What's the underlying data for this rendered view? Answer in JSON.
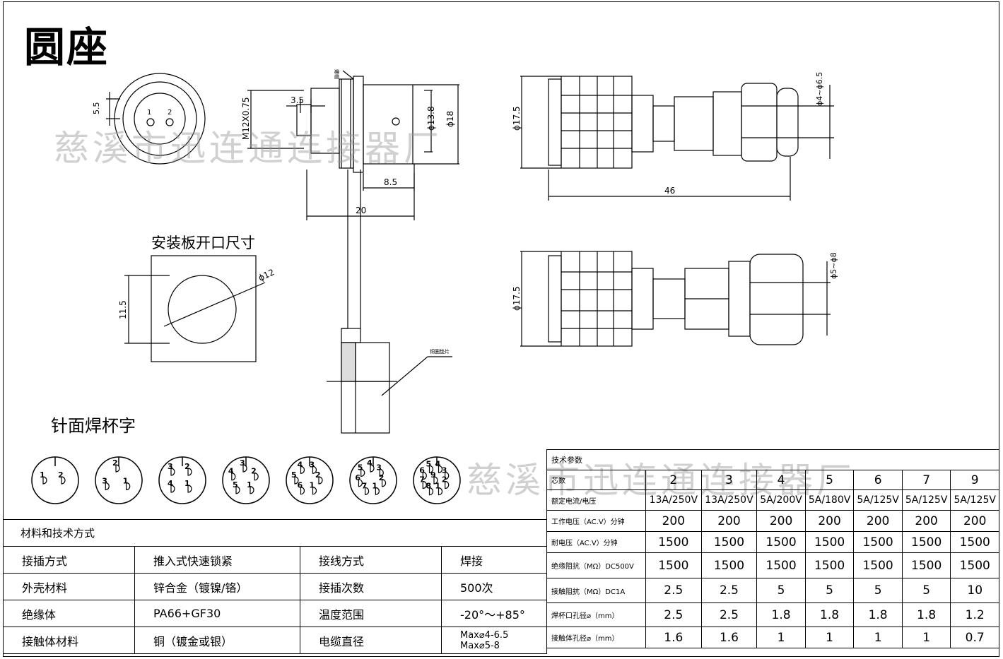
{
  "title": "圆座",
  "watermark": "慈溪市迅连通连接器厂",
  "labels": {
    "panel_cutout": "安装板开口尺寸",
    "pin_face": "针面焊杯字",
    "nut_note": "螺帽",
    "gasket_note": "铜圈垫片"
  },
  "dimensions": {
    "d55": "5.5",
    "d35": "3.5",
    "m12": "M12X0.75",
    "phi138": "ϕ13.8",
    "phi18": "ϕ18",
    "d85": "8.5",
    "d20": "20",
    "phi175a": "ϕ17.5",
    "d46": "46",
    "cable1": "ϕ4~ϕ6.5",
    "phi175b": "ϕ17.5",
    "cable2": "ϕ5~ϕ8",
    "phi12": "ϕ12",
    "d115": "11.5"
  },
  "pin_layouts": [
    {
      "cores": 2,
      "numbers": [
        "1",
        "2"
      ]
    },
    {
      "cores": 3,
      "numbers": [
        "1",
        "2",
        "3"
      ]
    },
    {
      "cores": 4,
      "numbers": [
        "1",
        "2",
        "3",
        "4"
      ]
    },
    {
      "cores": 5,
      "numbers": [
        "1",
        "2",
        "3",
        "4",
        "5"
      ]
    },
    {
      "cores": 6,
      "numbers": [
        "1",
        "2",
        "3",
        "4",
        "5",
        "6"
      ]
    },
    {
      "cores": 7,
      "numbers": [
        "1",
        "2",
        "3",
        "4",
        "5",
        "6",
        "7"
      ]
    },
    {
      "cores": 9,
      "numbers": [
        "1",
        "2",
        "3",
        "4",
        "5",
        "6",
        "7",
        "8",
        "9"
      ]
    }
  ],
  "materials": {
    "header": "材料和技术方式",
    "rows": [
      [
        "接插方式",
        "推入式快速锁紧",
        "接线方式",
        "焊接"
      ],
      [
        "外壳材料",
        "锌合金（镀镍/铬）",
        "接插次数",
        "500次"
      ],
      [
        "绝缘体",
        "PA66+GF30",
        "温度范围",
        "-20°～+85°"
      ],
      [
        "接触体材料",
        "铜（镀金或银）",
        "电缆直径",
        "Max⌀4-6.5\nMax⌀5-8"
      ]
    ]
  },
  "tech": {
    "header": "技术参数",
    "rows": [
      {
        "label": "芯数",
        "values": [
          "2",
          "3",
          "4",
          "5",
          "6",
          "7",
          "9"
        ]
      },
      {
        "label": "额定电流/电压",
        "values": [
          "13A/250V",
          "13A/250V",
          "5A/200V",
          "5A/180V",
          "5A/125V",
          "5A/125V",
          "5A/125V"
        ]
      },
      {
        "label": "工作电压（AC.V）分钟",
        "values": [
          "200",
          "200",
          "200",
          "200",
          "200",
          "200",
          "200"
        ]
      },
      {
        "label": "耐电压（AC.V）分钟",
        "values": [
          "1500",
          "1500",
          "1500",
          "1500",
          "1500",
          "1500",
          "1500"
        ]
      },
      {
        "label": "绝缘阻抗（MΩ）DC500V",
        "values": [
          "1500",
          "1500",
          "1500",
          "1500",
          "1500",
          "1500",
          "1500"
        ]
      },
      {
        "label": "接触阻抗（MΩ）DC1A",
        "values": [
          "2.5",
          "2.5",
          "5",
          "5",
          "5",
          "5",
          "10"
        ]
      },
      {
        "label": "焊杯口孔径⌀（mm）",
        "values": [
          "2.5",
          "2.5",
          "1.8",
          "1.8",
          "1.8",
          "1.8",
          "1.2"
        ]
      },
      {
        "label": "接触体孔径⌀（mm）",
        "values": [
          "1.6",
          "1.6",
          "1",
          "1",
          "1",
          "1",
          "0.7"
        ]
      }
    ]
  }
}
